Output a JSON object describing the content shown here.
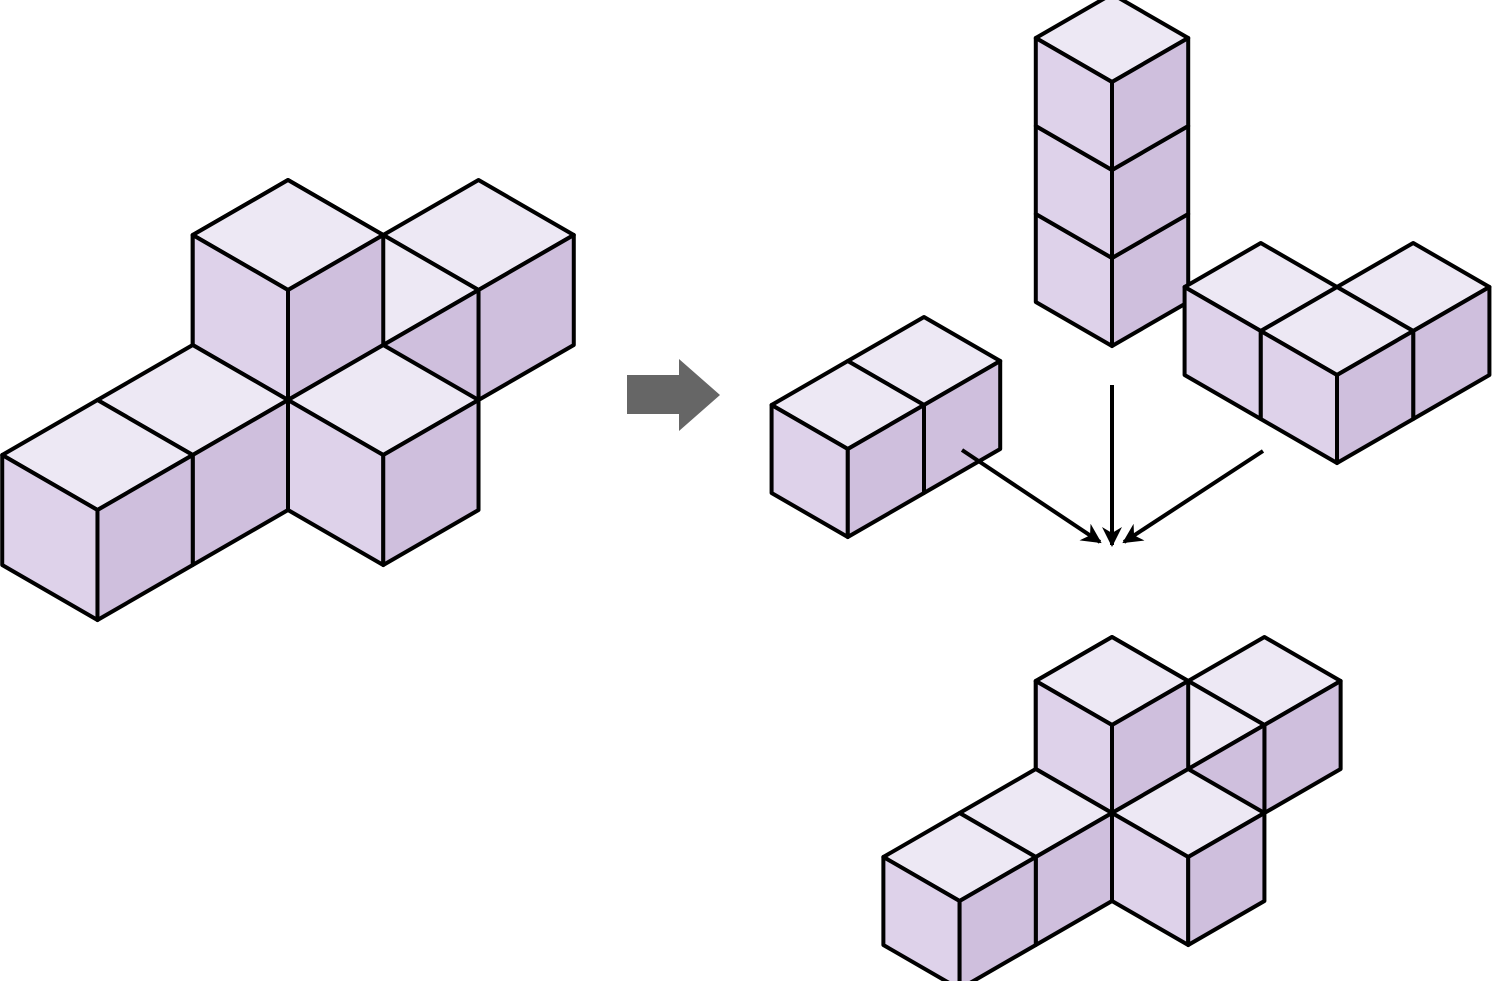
{
  "diagram": {
    "colors": {
      "top_face": "#ede8f4",
      "left_face": "#ded2ea",
      "right_face": "#cfbfdd",
      "outline": "#000000",
      "process_arrow": "#666666",
      "assembly_arrows": "#000000"
    },
    "original_solid": {
      "cube_count": 8,
      "shape": "tri-armed solid with 2-cube column"
    },
    "process_arrow": {
      "icon": "right-arrow-icon",
      "direction": "right"
    },
    "parts": [
      {
        "name": "part-bar",
        "cube_count": 2,
        "orientation": "horizontal"
      },
      {
        "name": "part-column",
        "cube_count": 3,
        "orientation": "vertical"
      },
      {
        "name": "part-slab",
        "cube_count": 3,
        "orientation": "flat L"
      }
    ],
    "assembled_solid": {
      "cube_count": 8
    }
  }
}
